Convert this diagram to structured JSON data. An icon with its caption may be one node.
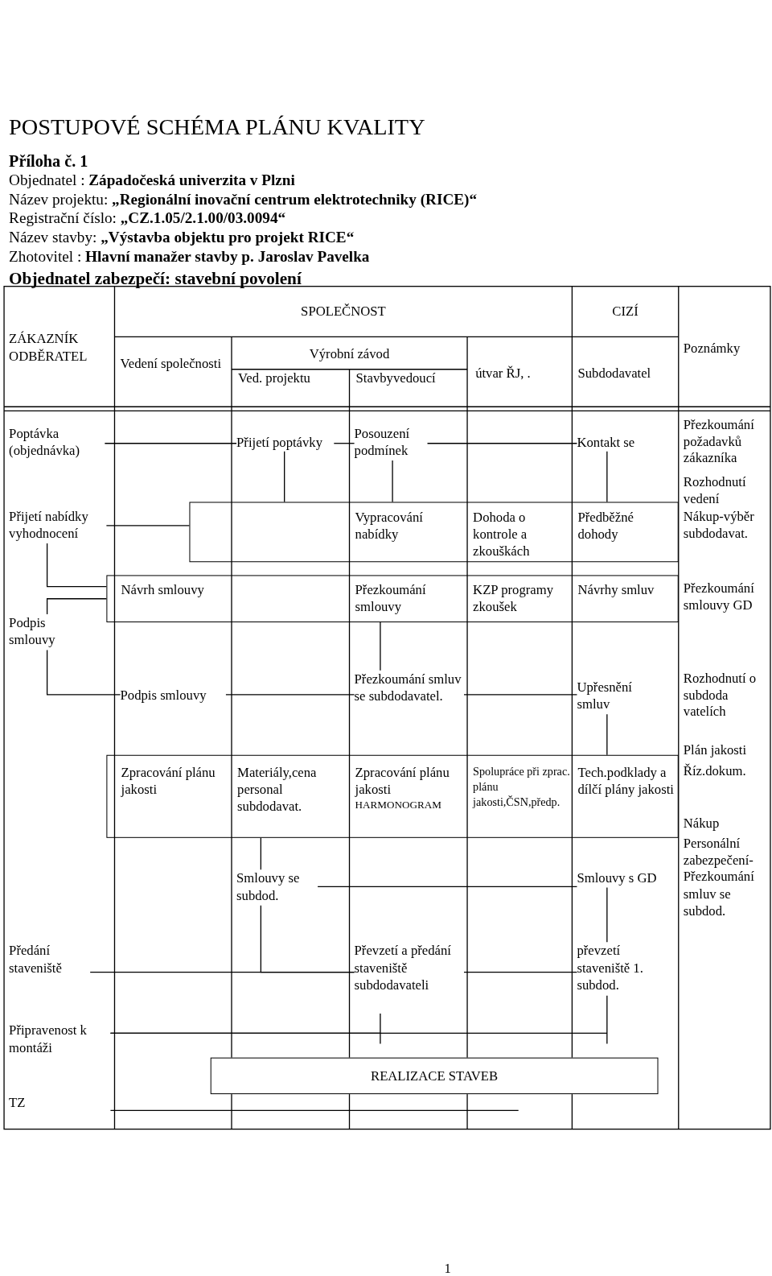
{
  "diagram": {
    "title": "POSTUPOVÉ SCHÉMA PLÁNU KVALITY",
    "nodes": [
      {
        "text": [
          "Poptávka (objednávka)"
        ]
      },
      {
        "text": [
          "Přijetí poptávky"
        ]
      },
      {
        "text": [
          "Posouzení podmínek"
        ]
      },
      {
        "text": [
          "Kontakt se"
        ]
      },
      {
        "text": [
          "Přijetí nabídky vyhodnocení"
        ]
      },
      {
        "text": [],
        "shape": "box"
      },
      {
        "text": [
          "Vypracování nabídky"
        ],
        "in": 5
      },
      {
        "text": [
          "Dohoda o kontrole a zkouškách"
        ],
        "in": 5
      },
      {
        "text": [
          "Předběžné dohody"
        ],
        "in": 5
      },
      {
        "text": [
          "Podpis smlouvy"
        ]
      },
      {
        "text": [],
        "shape": "box"
      },
      {
        "text": [
          "Návrh smlouvy"
        ],
        "in": 10
      },
      {
        "text": [
          "Přezkoumání smlouvy"
        ],
        "in": 10
      },
      {
        "text": [
          "KZP programy zkoušek"
        ],
        "in": 10
      },
      {
        "text": [
          "Návrhy smluv"
        ],
        "in": 10
      },
      {
        "text": [
          "Podpis smlouvy"
        ]
      },
      {
        "text": [
          "Přezkoumání smluv se subdodavatel."
        ]
      },
      {
        "text": [
          "Upřesnění smluv"
        ]
      },
      {
        "text": [],
        "shape": "box"
      },
      {
        "text": [
          "Zpracování plánu jakosti"
        ],
        "in": 18
      },
      {
        "text": [
          "Materiály,cena personal subdodavat."
        ],
        "in": 18
      },
      {
        "text": [
          "Zpracování plánu jakosti",
          "HARMONOGRAM"
        ],
        "in": 18
      },
      {
        "text": [
          "Spolupráce při zprac. plánu jakosti,ČSN,předp."
        ],
        "in": 18
      },
      {
        "text": [
          "Tech.podklady a dílčí plány jakosti"
        ],
        "in": 18
      },
      {
        "text": [
          "Smlouvy se subdod."
        ]
      },
      {
        "text": [
          "Smlouvy s GD"
        ]
      },
      {
        "text": [
          "Předání staveniště"
        ]
      },
      {
        "text": [
          "Převzetí a předání staveniště subdodavateli"
        ]
      },
      {
        "text": [
          "převzetí staveniště 1. subdod."
        ]
      },
      {
        "text": [
          "Připravenost k montáži"
        ]
      },
      {
        "text": [
          "REALIZACE STAVEB"
        ]
      },
      {
        "text": [
          "TZ"
        ]
      }
    ],
    "edges": [
      {
        "from": 0,
        "to": 1,
        "arrow": "none"
      },
      {
        "from": 1,
        "to": 2,
        "arrow": "none"
      },
      {
        "from": 2,
        "to": 3,
        "arrow": "none"
      },
      {
        "from": 1,
        "to": 5,
        "arrow": "none"
      },
      {
        "from": 2,
        "to": 5,
        "arrow": "none"
      },
      {
        "from": 3,
        "to": 5,
        "arrow": "none"
      },
      {
        "from": 4,
        "to": 5,
        "arrow": "none"
      },
      {
        "from": 4,
        "to": 10,
        "arrow": "none"
      },
      {
        "from": 9,
        "to": 10,
        "arrow": "none"
      },
      {
        "from": 9,
        "to": 15,
        "arrow": "none"
      },
      {
        "from": 15,
        "to": 16,
        "arrow": "none"
      },
      {
        "from": 16,
        "to": 17,
        "arrow": "none"
      },
      {
        "from": 10,
        "to": 16,
        "arrow": "none"
      },
      {
        "from": 17,
        "to": 18,
        "arrow": "none"
      },
      {
        "from": 18,
        "to": 24,
        "arrow": "none"
      },
      {
        "from": 24,
        "to": 25,
        "arrow": "none"
      },
      {
        "from": 24,
        "to": 27,
        "arrow": "none"
      },
      {
        "from": 26,
        "to": 27,
        "arrow": "none"
      },
      {
        "from": 27,
        "to": 28,
        "arrow": "none"
      },
      {
        "from": 25,
        "to": 28,
        "arrow": "none"
      },
      {
        "from": 29,
        "to": 28,
        "arrow": "none"
      },
      {
        "from": 27,
        "to": 29,
        "arrow": "none"
      },
      {
        "from": 31,
        "to": null,
        "arrow": "none"
      }
    ],
    "labels": [
      "Příloha č. 1",
      "Objednatel : **Západočeská univerzita v Plzni**",
      "Název projektu: **„Regionální inovační centrum elektrotechniky (RICE)“**",
      "Registrační číslo: **„CZ.1.05/2.1.00/03.0094“**",
      "Název stavby: **„Výstavba objektu pro projekt RICE“**",
      "Zhotovitel : **Hlavní manažer stavby p. Jaroslav Pavelka**",
      "Objednatel zabezpečí: stavební povolení",
      "ZÁKAZNÍK ODBĚRATEL",
      "SPOLEČNOST",
      "CIZÍ",
      "Poznámky",
      "Vedení společnosti",
      "Výrobní závod",
      "Ved. projektu",
      "Stavbyvedoucí",
      "útvar ŘJ, .",
      "Subdodavatel",
      "Přezkoumání požadavků zákazníka",
      "Rozhodnutí vedení",
      "Nákup-výběr subdodavat.",
      "Přezkoumání smlouvy GD",
      "Rozhodnutí o subdoda vatelích",
      "Plán jakosti",
      "Říz.dokum.",
      "Nákup",
      "Personální zabezpečení-Přezkoumání smluv se subdod.",
      "1"
    ]
  }
}
